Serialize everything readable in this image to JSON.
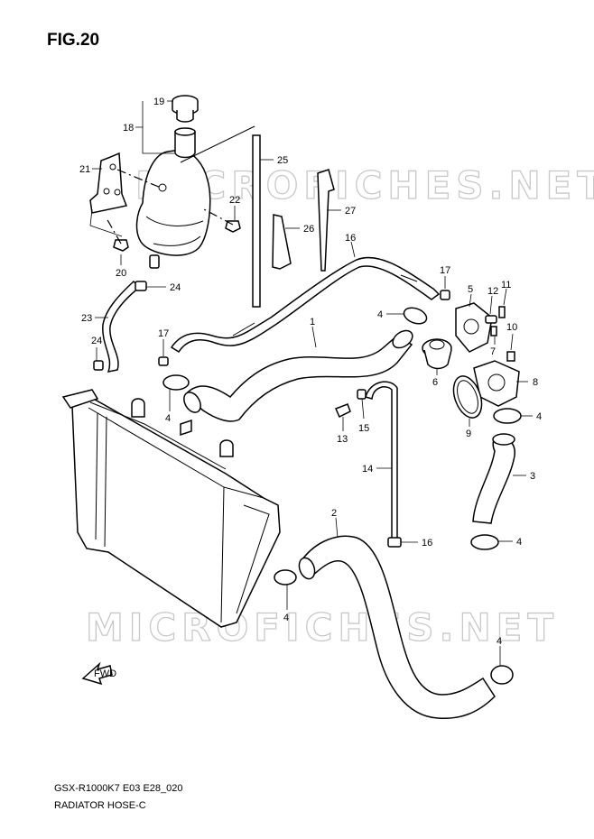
{
  "figure": {
    "title": "FIG.20",
    "model_code": "GSX-R1000K7 E03 E28_020",
    "section_name": "RADIATOR HOSE-C",
    "watermark": "MICROFICHES.NET",
    "direction_label": "FWD"
  },
  "callouts": [
    "1",
    "2",
    "3",
    "4",
    "5",
    "6",
    "7",
    "8",
    "9",
    "10",
    "11",
    "12",
    "13",
    "14",
    "15",
    "16",
    "17",
    "18",
    "19",
    "20",
    "21",
    "22",
    "23",
    "24",
    "25",
    "26",
    "27"
  ]
}
